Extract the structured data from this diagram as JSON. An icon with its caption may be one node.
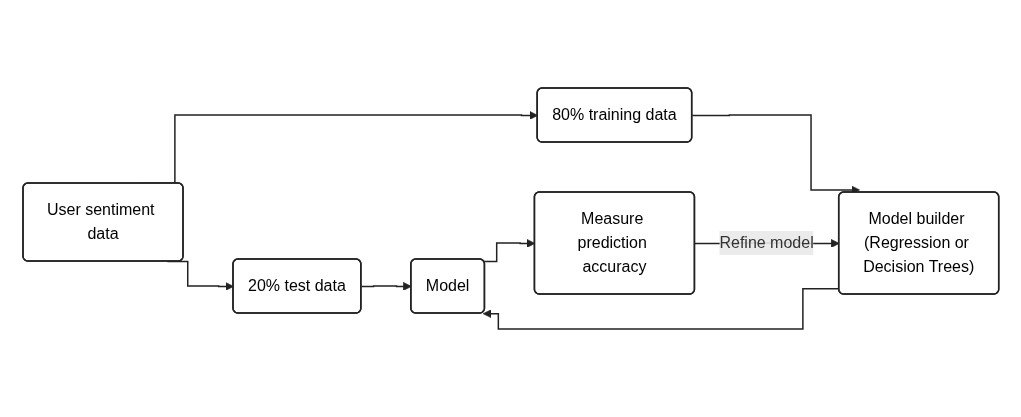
{
  "diagram": {
    "nodes": [
      {
        "text": [
          "User sentiment data"
        ]
      },
      {
        "text": [
          "20% test data"
        ]
      },
      {
        "text": [
          "80% training data"
        ]
      },
      {
        "text": [
          "Model builder (Regression or Decision Trees)"
        ]
      },
      {
        "text": [
          "Model"
        ]
      },
      {
        "text": [
          "Measure prediction accuracy"
        ]
      }
    ],
    "edges": [
      {
        "from": 0,
        "to": 1,
        "arrow": "to"
      },
      {
        "from": 0,
        "to": 2,
        "arrow": "to"
      },
      {
        "from": 1,
        "to": 4,
        "arrow": "to"
      },
      {
        "from": 2,
        "to": 3,
        "arrow": "to"
      },
      {
        "from": 3,
        "to": 4,
        "arrow": "to"
      },
      {
        "from": 4,
        "to": 5,
        "arrow": "to"
      },
      {
        "from": 5,
        "to": 3,
        "label": "Refine model",
        "arrow": "to"
      }
    ]
  }
}
